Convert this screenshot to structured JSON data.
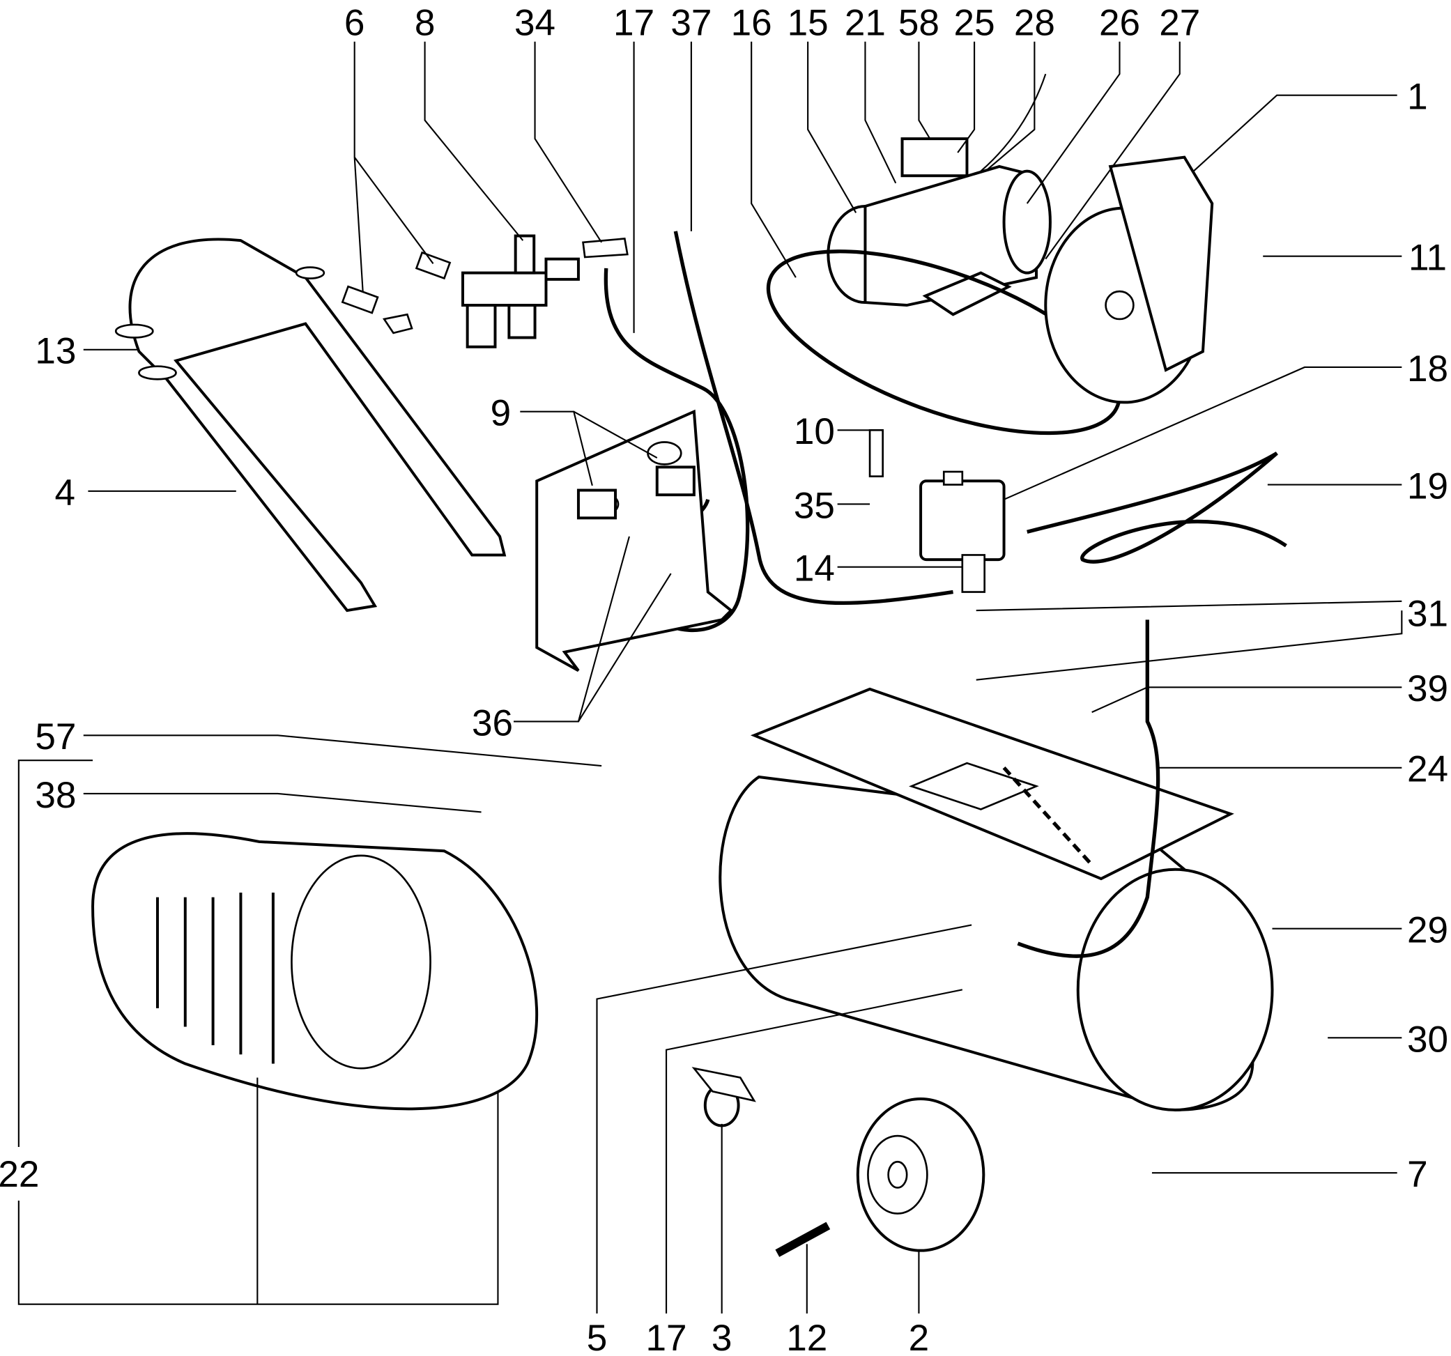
{
  "diagram": {
    "type": "exploded-parts-diagram",
    "labels_top": [
      "6",
      "8",
      "34",
      "17",
      "37",
      "16",
      "15",
      "21",
      "58",
      "25",
      "28",
      "26",
      "27"
    ],
    "labels_right": [
      "1",
      "11",
      "18",
      "19",
      "31",
      "39",
      "24",
      "29",
      "30",
      "7"
    ],
    "labels_left": [
      "13",
      "4",
      "57",
      "38",
      "22"
    ],
    "labels_middle": [
      "9",
      "10",
      "35",
      "14",
      "36"
    ],
    "labels_bottom": [
      "5",
      "17",
      "3",
      "12",
      "2"
    ]
  }
}
